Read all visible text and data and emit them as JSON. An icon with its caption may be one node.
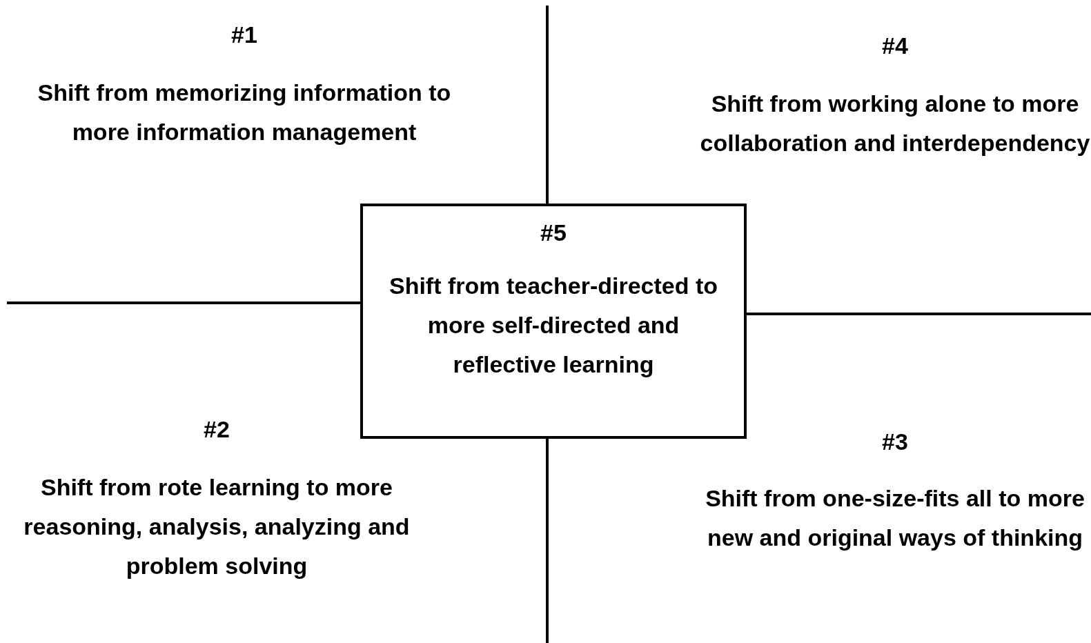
{
  "diagram": {
    "nodes": [
      {
        "text": [
          "#5",
          "Shift from teacher-directed to more self-directed and reflective learning"
        ]
      }
    ],
    "labels": [
      "#1",
      "Shift from memorizing information to more information management",
      "#4",
      "Shift from working alone to more collaboration and interdependency",
      "#2",
      "Shift from rote learning to more reasoning, analysis, analyzing and problem solving",
      "#3",
      "Shift from one-size-fits all to more new and original ways of thinking"
    ]
  }
}
